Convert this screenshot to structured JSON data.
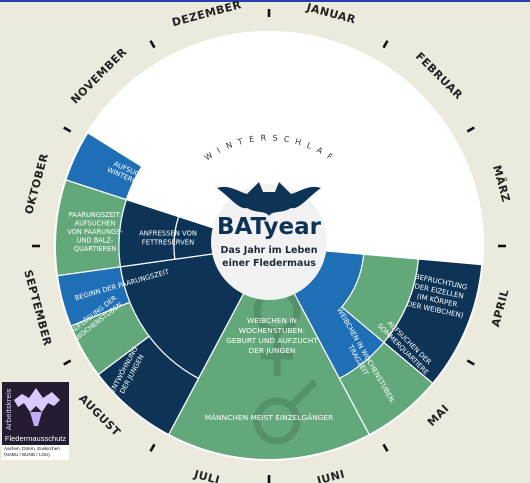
{
  "months": [
    "Januar",
    "Februar",
    "März",
    "April",
    "Mai",
    "Juni",
    "Juli",
    "August",
    "September",
    "Oktober",
    "November",
    "Dezember"
  ],
  "center": {
    "title": "BATyear",
    "subtitle_line1": "Das Jahr im Leben",
    "subtitle_line2": "einer Fledermaus"
  },
  "winter_label": "WINTERSCHLAF",
  "segments": {
    "aufsuchen_winter": [
      "AUFSUCHEN DER",
      "WINTERQUARTIERE"
    ],
    "paarungszeit": [
      "PAARUNGSZEIT:",
      "AUFSUCHEN",
      "VON PAARUNGS-",
      "UND BALZ-",
      "QUARTIEREN"
    ],
    "anfressen": [
      "ANFRESSEN VON",
      "FETTRESERVEN"
    ],
    "beginn_paarung": [
      "BEGINN DER PAARUNGSZEIT"
    ],
    "aufloesung": [
      "AUFLÖSUNG DER",
      "WOCHENSTUBEN"
    ],
    "entwoehnung": [
      "ENTWÖHNUNG",
      "DER JUNGEN"
    ],
    "weibchen_geburt": [
      "WEIBCHEN IN",
      "WOCHENSTUBEN:",
      "GEBURT UND AUFZUCHT",
      "DER JUNGEN"
    ],
    "maennchen": [
      "MÄNNCHEN MEIST EINZELGÄNGER"
    ],
    "weibchen_tragzeit": [
      "WEIBCHEN IN WOCHENSTUBEN:",
      "TRAGZEIT"
    ],
    "aufsuchen_sommer": [
      "AUFSUCHEN DER",
      "SOMMERQUARTIERE"
    ],
    "befruchtung": [
      "BEFRUCHTUNG",
      "DER EIZELLEN",
      "(IM KÖRPER",
      "DER WEIBCHEN)"
    ]
  },
  "logo": {
    "vertical_text": "Arbeitskreis",
    "name": "Fledermausschutz",
    "sub_line1": "Aachen, Düren, Euskirchen",
    "sub_line2": "(NABU / BUND / LNU)"
  },
  "colors": {
    "dark_navy": "#0d3356",
    "blue": "#1f6fb7",
    "green": "#62a87a",
    "light_gray": "#f2f2f2",
    "background": "#ece9dd",
    "month_text": "#222222"
  }
}
